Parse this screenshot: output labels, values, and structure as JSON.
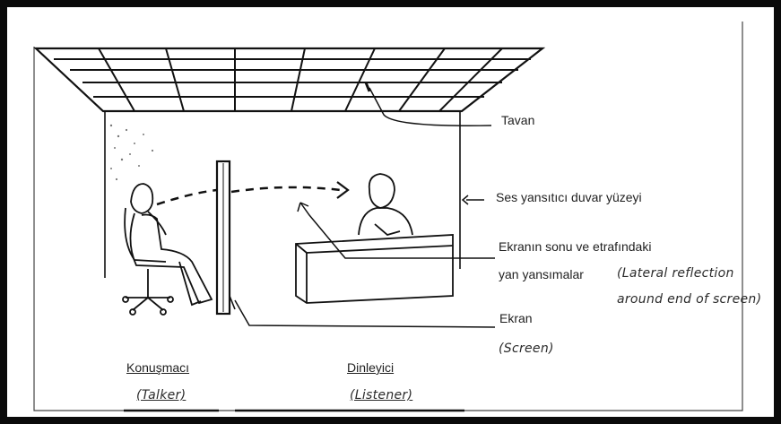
{
  "labels": {
    "ceiling": "Tavan",
    "wall": "Ses yansıtıcı duvar yüzeyi",
    "screen_end_line1": "Ekranın sonu ve etrafındaki",
    "screen_end_line2": "yan yansımalar",
    "screen_end_en_line1": "(Lateral reflection",
    "screen_end_en_line2": "around end of screen)",
    "screen": "Ekran",
    "screen_en": "(Screen)",
    "talker": "Konuşmacı",
    "talker_en": "(Talker)",
    "listener": "Dinleyici",
    "listener_en": "(Listener)"
  }
}
